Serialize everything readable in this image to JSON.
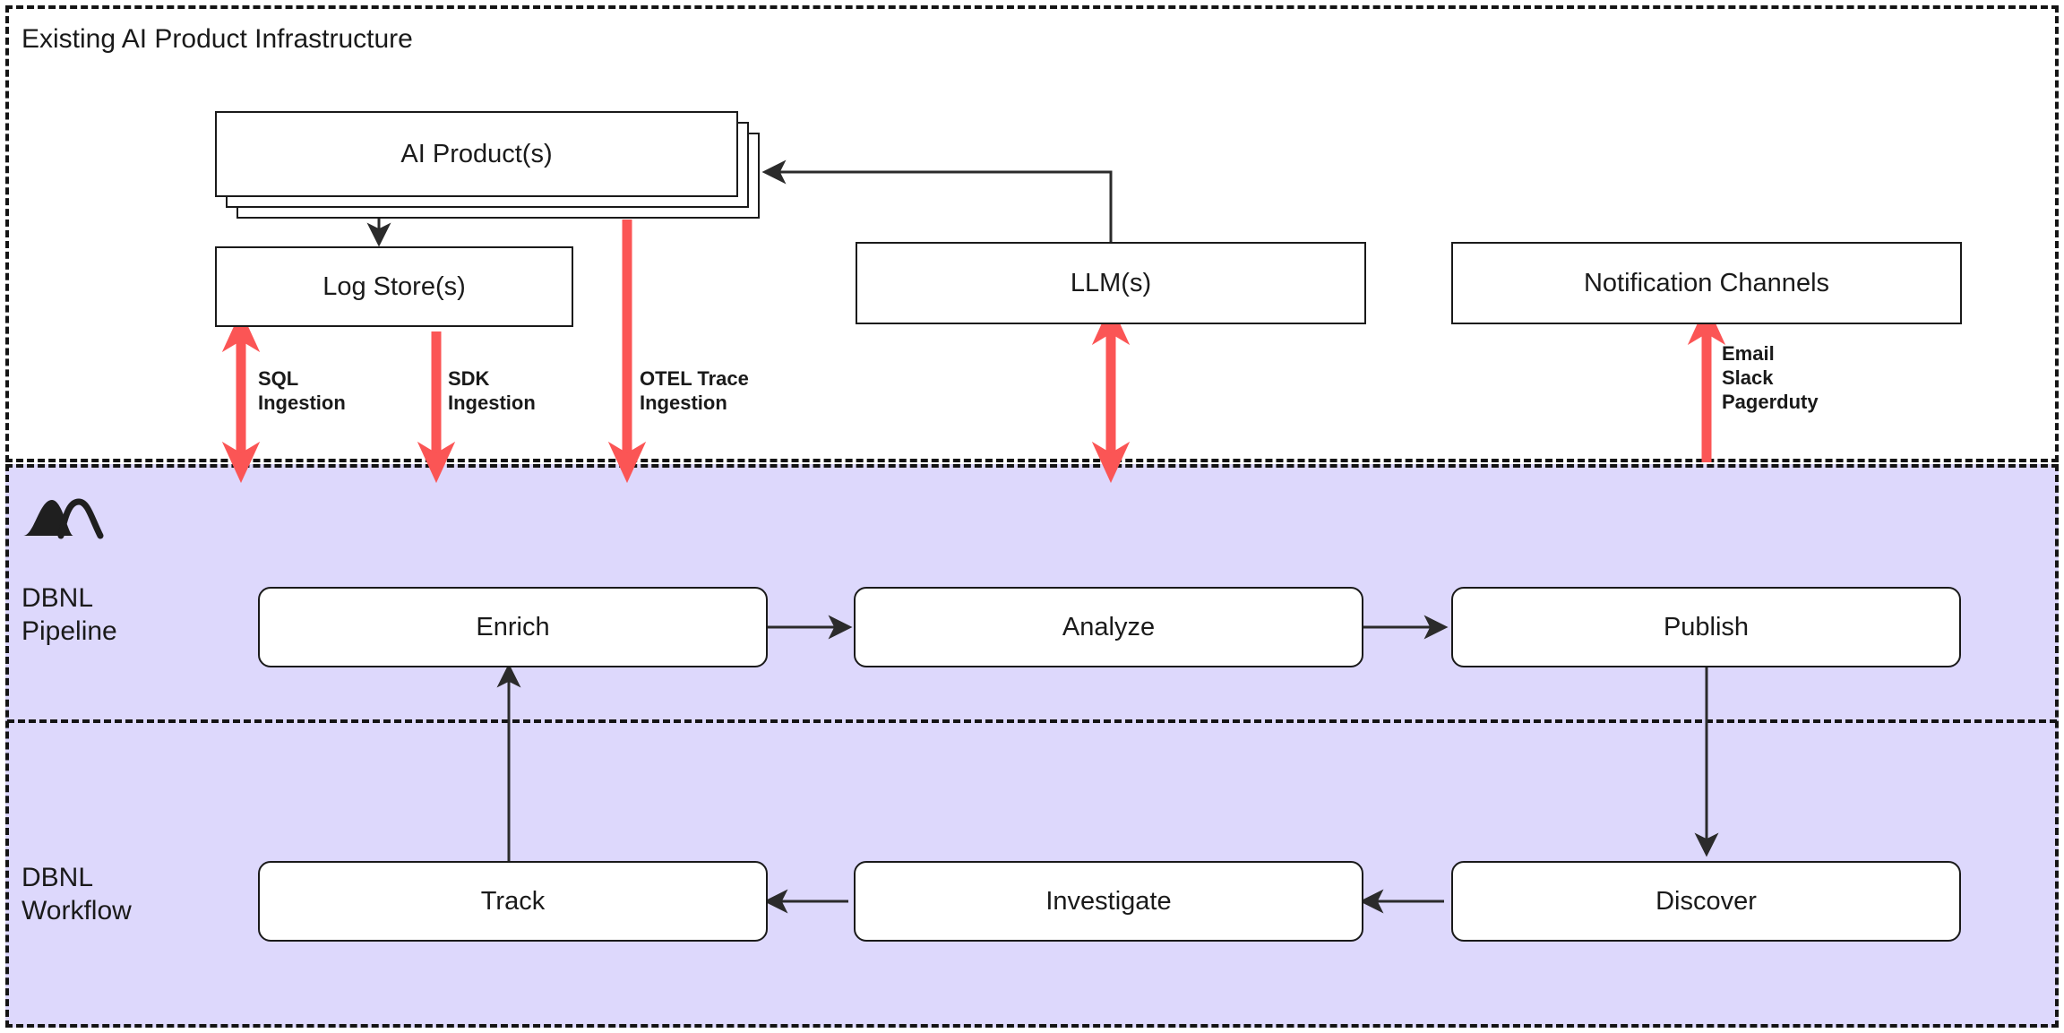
{
  "zones": {
    "existing": {
      "title": "Existing AI Product Infrastructure",
      "background": "#ffffff",
      "border": "#141414"
    },
    "dbnl_pipeline": {
      "label_line1": "DBNL",
      "label_line2": "Pipeline",
      "background": "#ddd8fc"
    },
    "dbnl_workflow": {
      "label_line1": "DBNL",
      "label_line2": "Workflow",
      "background": "#ddd8fc"
    }
  },
  "logo": {
    "name": "dbnl-mountain-logo",
    "color": "#1f1f1f"
  },
  "nodes": {
    "ai_product": "AI Product(s)",
    "log_store": "Log Store(s)",
    "llm": "LLM(s)",
    "notification_channels": "Notification Channels",
    "enrich": "Enrich",
    "analyze": "Analyze",
    "publish": "Publish",
    "track": "Track",
    "investigate": "Investigate",
    "discover": "Discover"
  },
  "edge_labels": {
    "sql_ingestion_line1": "SQL",
    "sql_ingestion_line2": "Ingestion",
    "sdk_ingestion_line1": "SDK",
    "sdk_ingestion_line2": "Ingestion",
    "otel_ingestion_line1": "OTEL Trace",
    "otel_ingestion_line2": "Ingestion",
    "notify_line1": "Email",
    "notify_line2": "Slack",
    "notify_line3": "Pagerduty"
  },
  "colors": {
    "ingestion_arrow": "#fb5555",
    "flow_arrow": "#2b2b2b",
    "node_border": "#1a1a1a",
    "zone_border": "#141414",
    "dbnl_fill": "#ddd8fc"
  },
  "chart_data": {
    "type": "diagram",
    "title": "DBNL architecture flow diagram",
    "nodes": [
      {
        "id": "ai_product",
        "label": "AI Product(s)",
        "zone": "existing",
        "stacked": true,
        "stack_count": 3
      },
      {
        "id": "log_store",
        "label": "Log Store(s)",
        "zone": "existing"
      },
      {
        "id": "llm",
        "label": "LLM(s)",
        "zone": "existing"
      },
      {
        "id": "notification_channels",
        "label": "Notification Channels",
        "zone": "existing"
      },
      {
        "id": "enrich",
        "label": "Enrich",
        "zone": "dbnl_pipeline"
      },
      {
        "id": "analyze",
        "label": "Analyze",
        "zone": "dbnl_pipeline"
      },
      {
        "id": "publish",
        "label": "Publish",
        "zone": "dbnl_pipeline"
      },
      {
        "id": "track",
        "label": "Track",
        "zone": "dbnl_workflow"
      },
      {
        "id": "investigate",
        "label": "Investigate",
        "zone": "dbnl_workflow"
      },
      {
        "id": "discover",
        "label": "Discover",
        "zone": "dbnl_workflow"
      }
    ],
    "edges": [
      {
        "from": "ai_product",
        "to": "log_store",
        "label": "",
        "style": "solid-black",
        "heads": "end"
      },
      {
        "from": "llm",
        "to": "ai_product",
        "label": "",
        "style": "solid-black",
        "heads": "end"
      },
      {
        "from": "log_store",
        "to": "dbnl_pipeline",
        "label": "SQL Ingestion",
        "style": "solid-red",
        "heads": "both"
      },
      {
        "from": "ai_product",
        "to": "dbnl_pipeline",
        "label": "SDK Ingestion",
        "style": "solid-red",
        "heads": "end"
      },
      {
        "from": "ai_product",
        "to": "dbnl_pipeline",
        "label": "OTEL Trace Ingestion",
        "style": "solid-red",
        "heads": "end"
      },
      {
        "from": "llm",
        "to": "dbnl_pipeline",
        "label": "",
        "style": "solid-red",
        "heads": "both"
      },
      {
        "from": "dbnl_pipeline",
        "to": "notification_channels",
        "label": "Email Slack Pagerduty",
        "style": "solid-red",
        "heads": "end"
      },
      {
        "from": "enrich",
        "to": "analyze",
        "label": "",
        "style": "solid-black",
        "heads": "end"
      },
      {
        "from": "analyze",
        "to": "publish",
        "label": "",
        "style": "solid-black",
        "heads": "end"
      },
      {
        "from": "publish",
        "to": "discover",
        "label": "",
        "style": "solid-black",
        "heads": "end"
      },
      {
        "from": "discover",
        "to": "investigate",
        "label": "",
        "style": "solid-black",
        "heads": "end"
      },
      {
        "from": "investigate",
        "to": "track",
        "label": "",
        "style": "solid-black",
        "heads": "end"
      },
      {
        "from": "track",
        "to": "enrich",
        "label": "",
        "style": "solid-black",
        "heads": "end"
      }
    ]
  }
}
